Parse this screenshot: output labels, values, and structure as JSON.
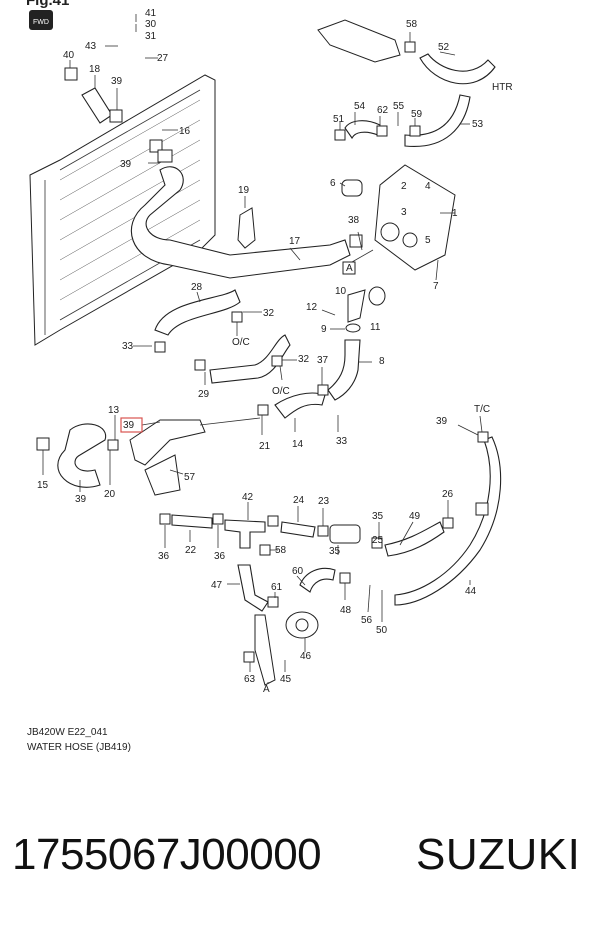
{
  "figure": {
    "label": "Fig.41",
    "fwd_badge": "FWD"
  },
  "callouts": [
    "41",
    "30",
    "31",
    "43",
    "27",
    "40",
    "18",
    "39",
    "16",
    "39",
    "58",
    "52",
    "HTR",
    "54",
    "62",
    "55",
    "59",
    "51",
    "53",
    "6",
    "2",
    "4",
    "3",
    "1",
    "5",
    "38",
    "19",
    "17",
    "7",
    "28",
    "10",
    "12",
    "9",
    "11",
    "32",
    "O/C",
    "33",
    "37",
    "8",
    "32",
    "O/C",
    "29",
    "33",
    "13",
    "39",
    "14",
    "21",
    "39",
    "T/C",
    "57",
    "15",
    "39",
    "20",
    "42",
    "24",
    "23",
    "35",
    "26",
    "49",
    "35",
    "25",
    "36",
    "22",
    "36",
    "58",
    "47",
    "61",
    "60",
    "48",
    "56",
    "50",
    "44",
    "46",
    "63",
    "45",
    "A",
    "A"
  ],
  "footer": {
    "code": "JB420W E22_041",
    "caption": "WATER HOSE (JB419)"
  },
  "product": {
    "part_number": "1755067J00000",
    "brand": "SUZUKI"
  },
  "colors": {
    "highlight_callout": "#d9534f",
    "ink": "#222222"
  }
}
